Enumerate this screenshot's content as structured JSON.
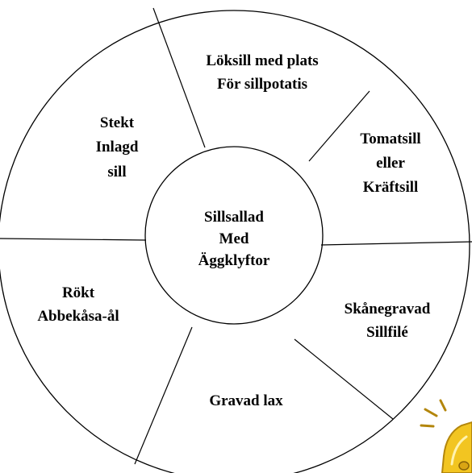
{
  "diagram": {
    "center": {
      "lines": [
        "Sillsallad",
        "Med",
        "Äggklyftor"
      ]
    },
    "segments": [
      {
        "id": "top",
        "lines": [
          "Löksill med plats",
          "För sillpotatis"
        ]
      },
      {
        "id": "upper-right",
        "lines": [
          "Tomatsill",
          "eller",
          "Kräftsill"
        ]
      },
      {
        "id": "lower-right",
        "lines": [
          "Skånegravad",
          "Sillfilé"
        ]
      },
      {
        "id": "bottom",
        "lines": [
          "Gravad lax"
        ]
      },
      {
        "id": "lower-left",
        "lines": [
          "Rökt",
          "Abbekåsa-ål"
        ]
      },
      {
        "id": "upper-left",
        "lines": [
          "Stekt",
          "Inlagd",
          "sill"
        ]
      }
    ]
  },
  "colors": {
    "line": "#000000",
    "background": "#ffffff",
    "bell_fill": "#f2c521",
    "bell_outline": "#b3860c"
  },
  "decoration": {
    "icon": "bell-icon"
  }
}
